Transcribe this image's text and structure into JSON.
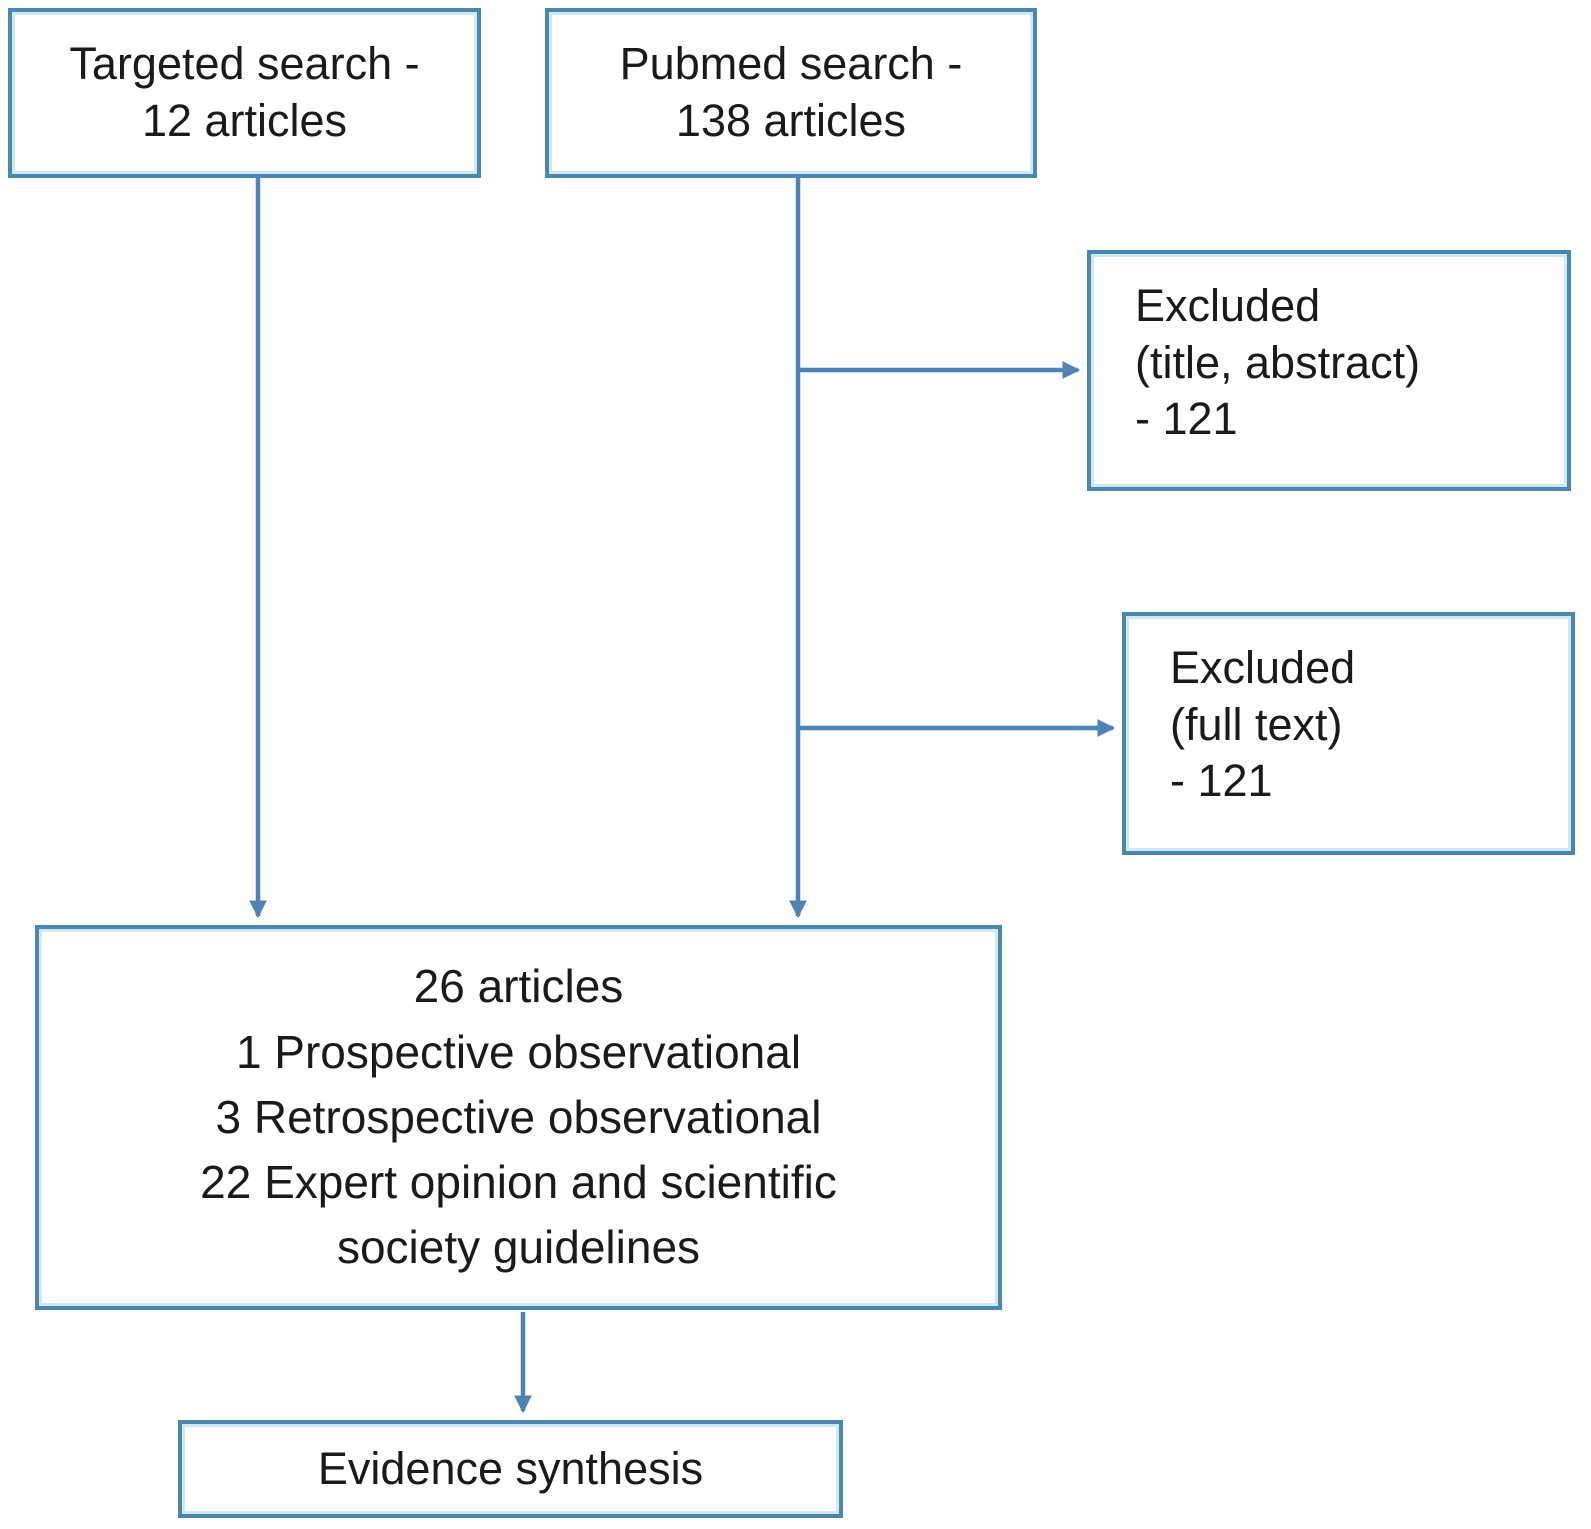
{
  "colors": {
    "background": "#fdfdfd",
    "box_fill": "#fefefe",
    "box_border": "#4987ae",
    "box_inner": "#cfe9f2",
    "arrow": "#4f82b5",
    "text": "#1a1a1a"
  },
  "boxes": {
    "targeted_search": {
      "text": "Targeted search -\n12 articles"
    },
    "pubmed_search": {
      "text": "Pubmed search -\n138 articles"
    },
    "excluded_title_abstract": {
      "text": "Excluded\n(title, abstract)\n- 121"
    },
    "excluded_full_text": {
      "text": "Excluded\n(full text)\n- 121"
    },
    "included_articles": {
      "text": "26 articles\n1 Prospective observational\n3 Retrospective observational\n22 Expert opinion and scientific\nsociety guidelines"
    },
    "evidence_synthesis": {
      "text": "Evidence synthesis"
    }
  }
}
